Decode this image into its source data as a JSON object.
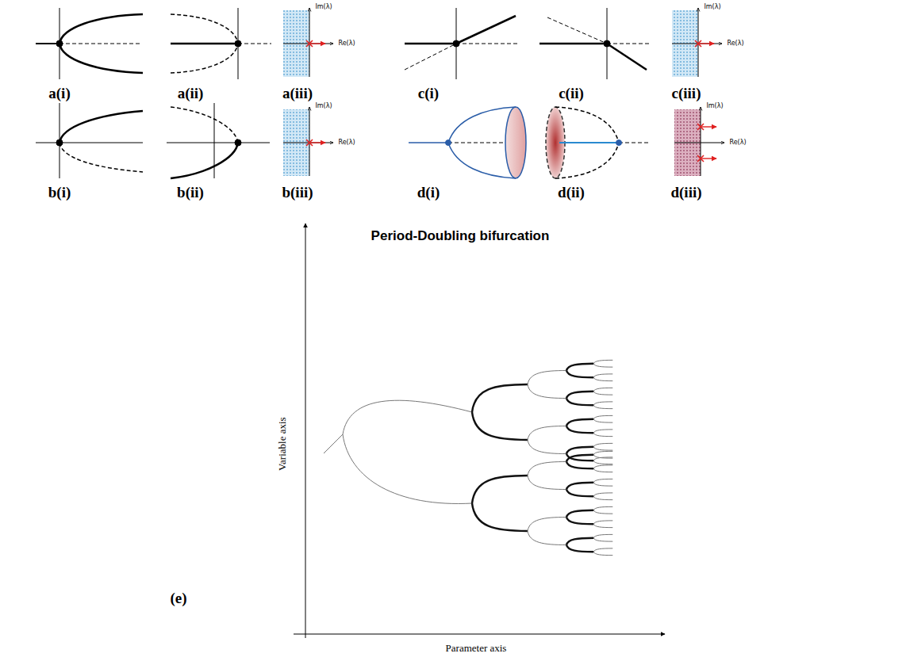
{
  "diagram": {
    "labels": [
      "a(i)",
      "a(ii)",
      "a(iii)",
      "c(i)",
      "c(ii)",
      "c(iii)",
      "b(i)",
      "b(ii)",
      "b(iii)",
      "d(i)",
      "d(ii)",
      "d(iii)",
      "Period-Doubling bifurcation",
      "Variable axis",
      "(e)",
      "Parameter axis",
      "Im(λ)",
      "Re(λ)",
      "Im(λ)",
      "Re(λ)",
      "Im(λ)",
      "Re(λ)",
      "Im(λ)",
      "Re(λ)"
    ]
  }
}
